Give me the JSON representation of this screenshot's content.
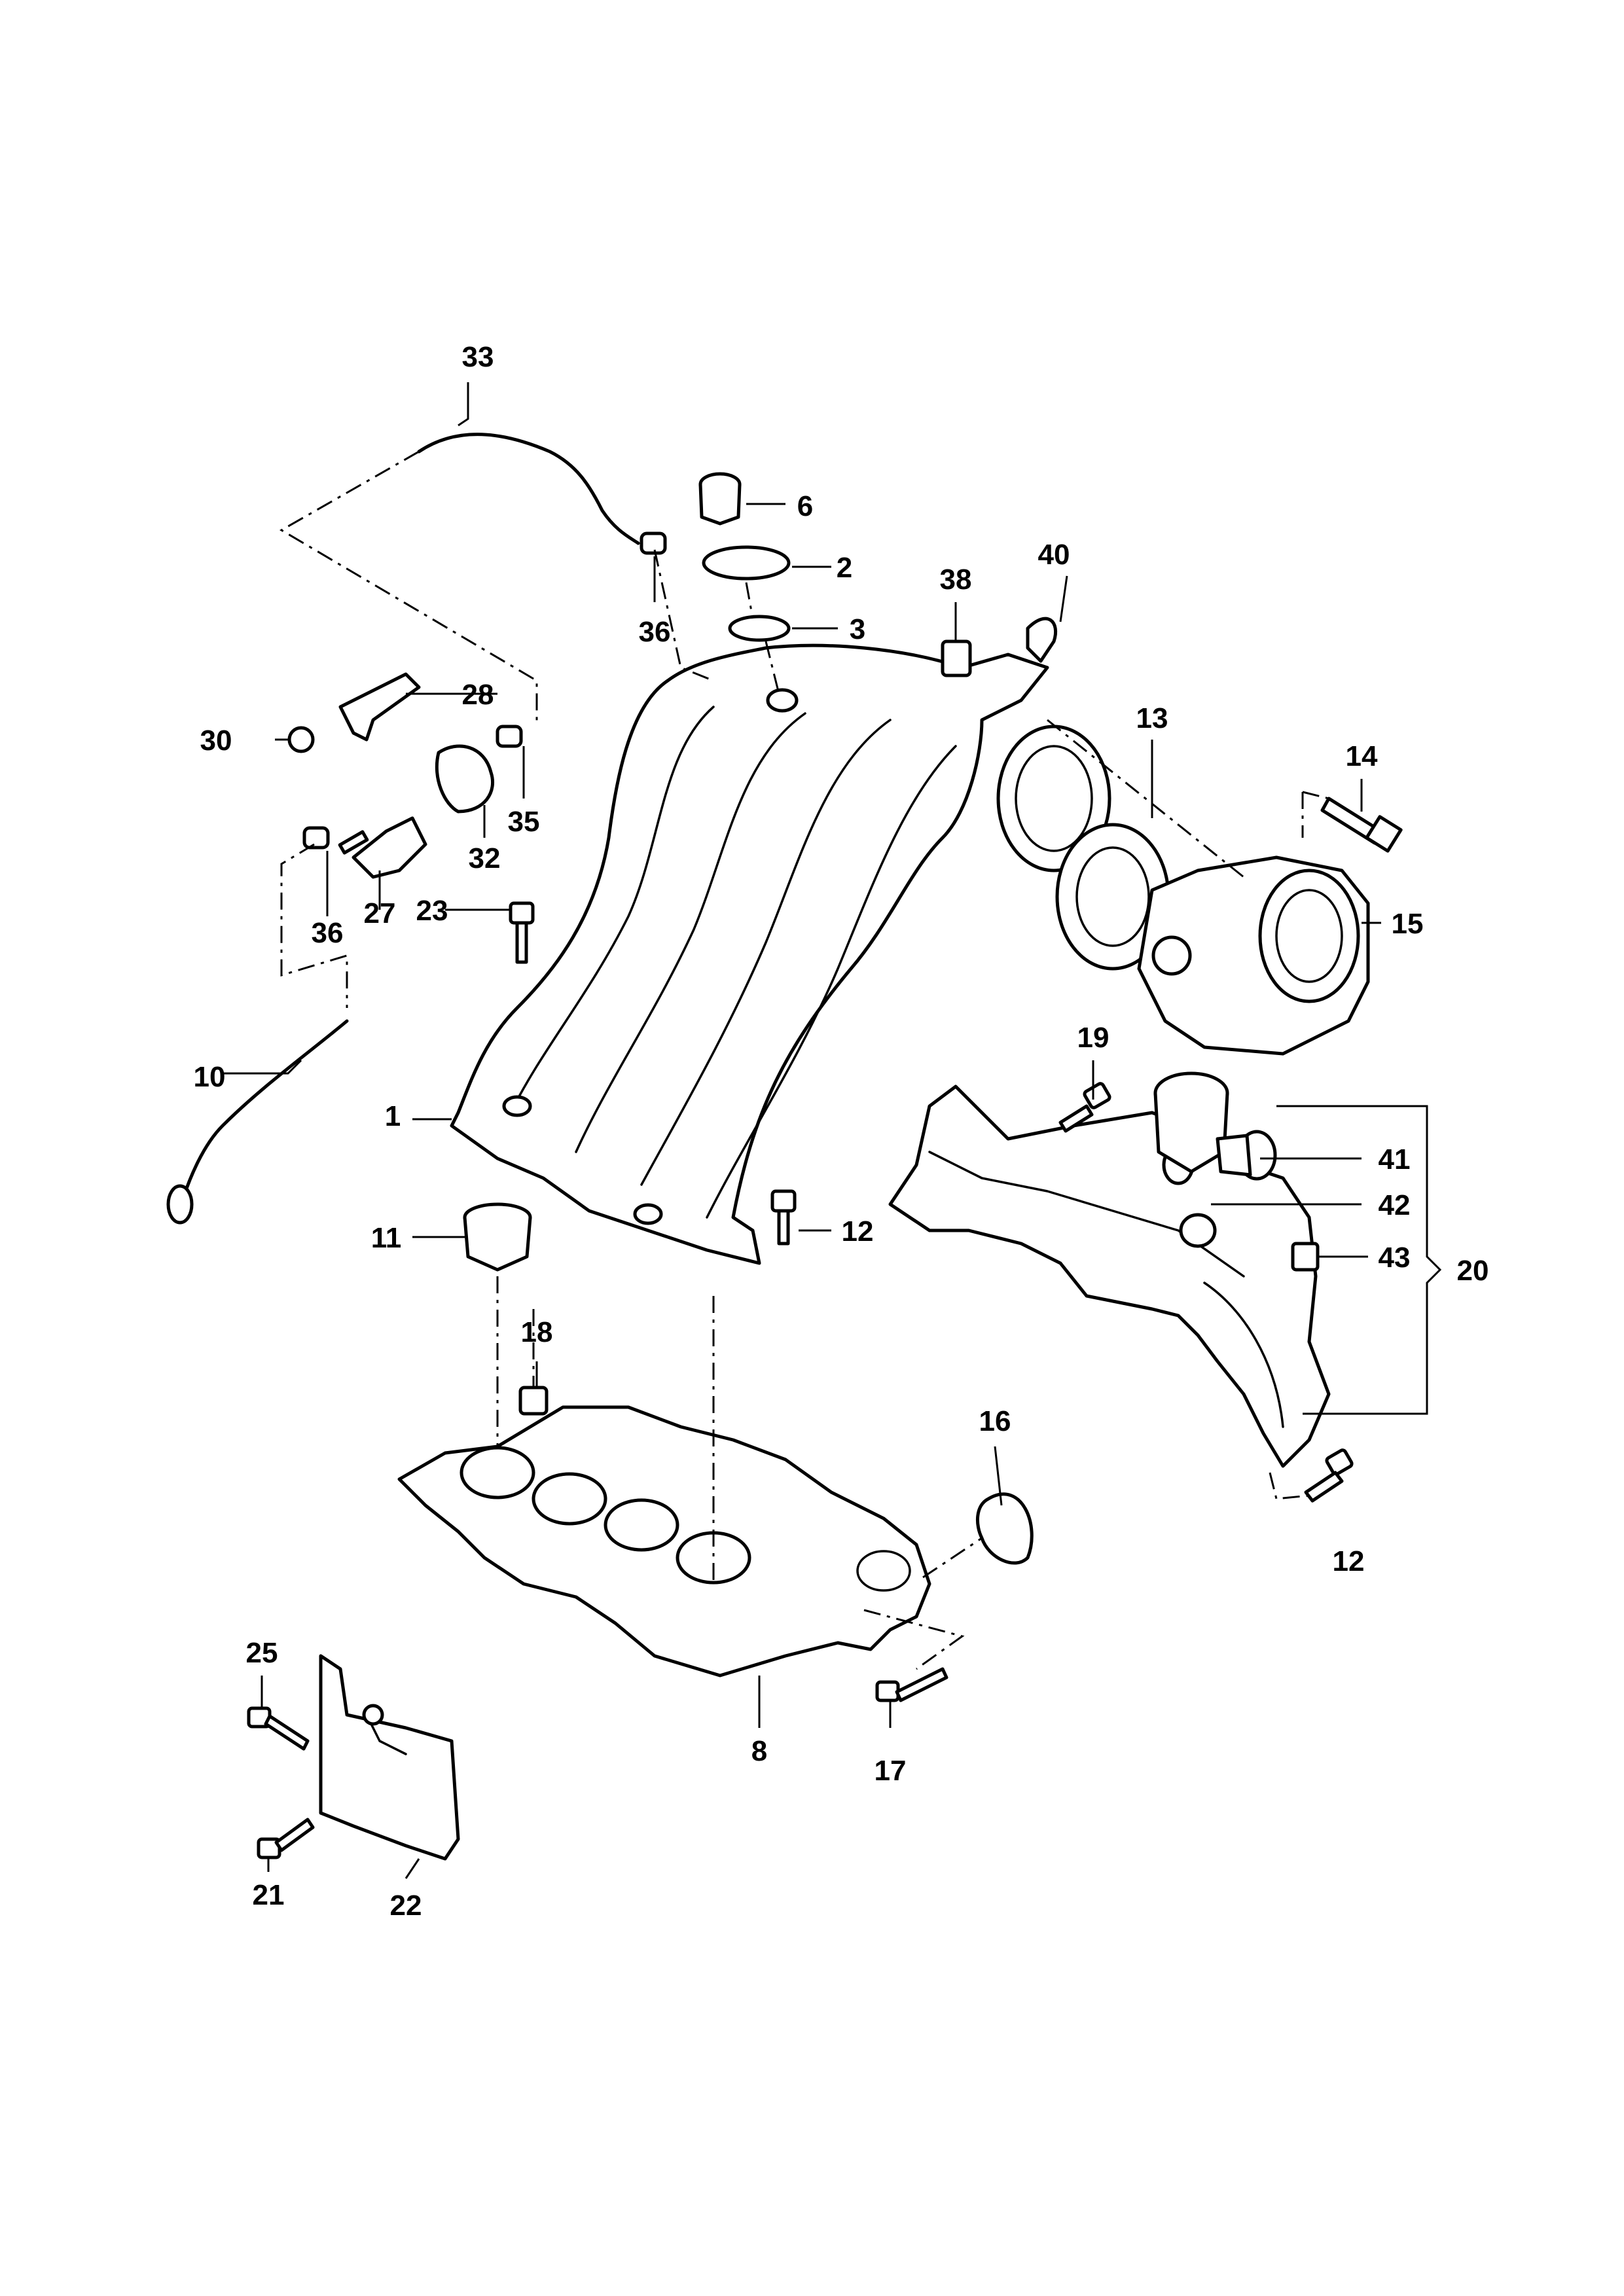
{
  "diagram": {
    "callouts": [
      {
        "id": "c1",
        "label": "1"
      },
      {
        "id": "c2",
        "label": "2"
      },
      {
        "id": "c3",
        "label": "3"
      },
      {
        "id": "c6",
        "label": "6"
      },
      {
        "id": "c8",
        "label": "8"
      },
      {
        "id": "c10",
        "label": "10"
      },
      {
        "id": "c11",
        "label": "11"
      },
      {
        "id": "c12a",
        "label": "12"
      },
      {
        "id": "c12b",
        "label": "12"
      },
      {
        "id": "c13",
        "label": "13"
      },
      {
        "id": "c14",
        "label": "14"
      },
      {
        "id": "c15",
        "label": "15"
      },
      {
        "id": "c16",
        "label": "16"
      },
      {
        "id": "c17",
        "label": "17"
      },
      {
        "id": "c18",
        "label": "18"
      },
      {
        "id": "c19",
        "label": "19"
      },
      {
        "id": "c20",
        "label": "20"
      },
      {
        "id": "c21",
        "label": "21"
      },
      {
        "id": "c22",
        "label": "22"
      },
      {
        "id": "c23",
        "label": "23"
      },
      {
        "id": "c25",
        "label": "25"
      },
      {
        "id": "c27",
        "label": "27"
      },
      {
        "id": "c28",
        "label": "28"
      },
      {
        "id": "c30",
        "label": "30"
      },
      {
        "id": "c32",
        "label": "32"
      },
      {
        "id": "c33",
        "label": "33"
      },
      {
        "id": "c35",
        "label": "35"
      },
      {
        "id": "c36a",
        "label": "36"
      },
      {
        "id": "c36b",
        "label": "36"
      },
      {
        "id": "c38",
        "label": "38"
      },
      {
        "id": "c40",
        "label": "40"
      },
      {
        "id": "c41",
        "label": "41"
      },
      {
        "id": "c42",
        "label": "42"
      },
      {
        "id": "c43",
        "label": "43"
      }
    ]
  }
}
